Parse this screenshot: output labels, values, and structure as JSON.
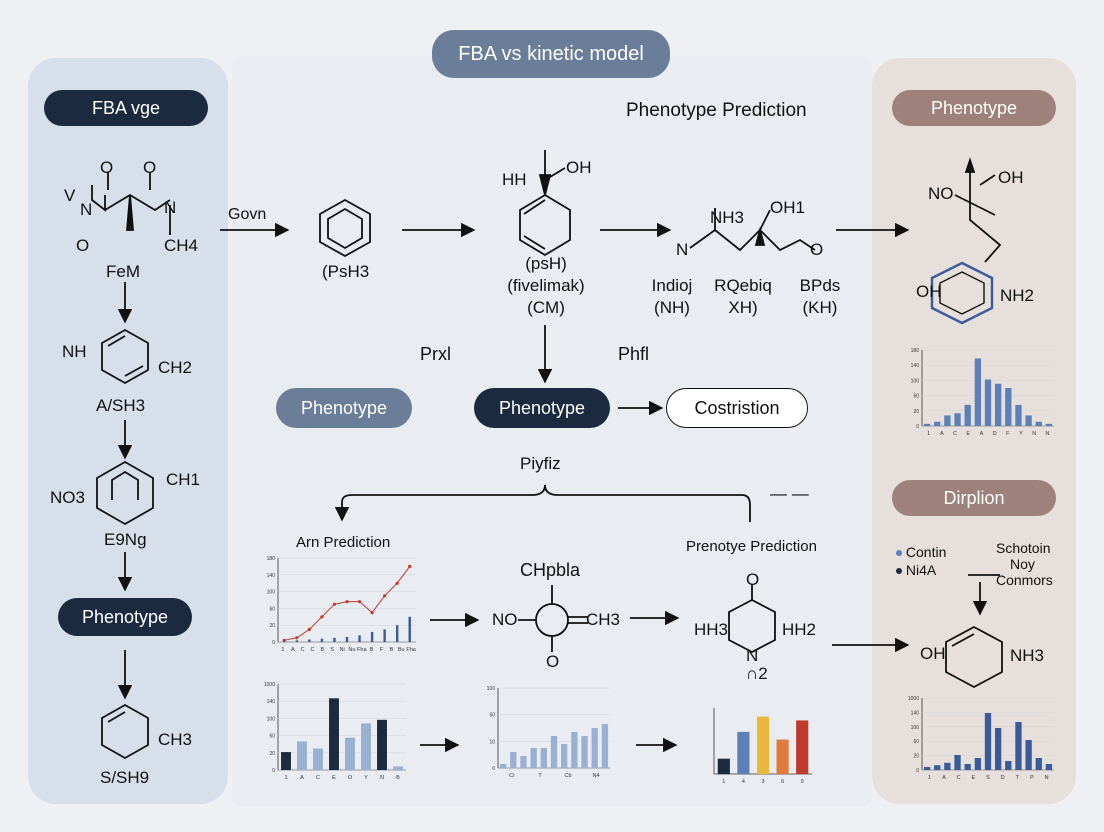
{
  "title": "FBA vs kinetic model",
  "left": {
    "header": "FBA vge",
    "mol1": {
      "atoms": [
        "V",
        "O",
        "O",
        "O",
        "N",
        "N"
      ],
      "sub": "CH4",
      "label": "FeM"
    },
    "mol2": {
      "left": "NH",
      "right": "CH2",
      "label": "A/SH3"
    },
    "mol3": {
      "left": "NO3",
      "right": "CH1",
      "label": "E9Ng"
    },
    "phenotype": "Phenotype",
    "mol4": {
      "right": "CH3",
      "label": "S/SH9"
    }
  },
  "center": {
    "heading": "Phenotype Prediction",
    "govn": "Govn",
    "benzene_label": "(PsH3",
    "mol_a": {
      "hh": "HH",
      "oh": "OH",
      "lines": [
        "(psH)",
        "(fivelimak)",
        "(CM)"
      ]
    },
    "mol_b": {
      "nh": "NH3",
      "oh": "OH1",
      "n": "N",
      "o": "O",
      "cols": [
        [
          "Indioj",
          "(NH)"
        ],
        [
          "RQebiq",
          "XH)"
        ],
        [
          "BPds",
          "(KH)"
        ]
      ]
    },
    "prxl": "Prxl",
    "phfl": "Phfl",
    "pill_slate": "Phenotype",
    "pill_dark": "Phenotype",
    "pill_outline": "Costristion",
    "piyfiz": "Piyfiz",
    "dash": "— —",
    "arn_title": "Arn Prediction",
    "prenotype_title": "Prenotye Prediction",
    "chpbla": "CHpbla",
    "mol_c": {
      "left": "NO",
      "right": "CH3",
      "bottom": "O"
    },
    "mol_d": {
      "left": "HH3",
      "right": "HH2",
      "top": "O",
      "bottom": "N",
      "sub": "∩2"
    }
  },
  "right": {
    "header": "Phenotype",
    "mol1": {
      "no": "NO",
      "oh": "OH",
      "oh2": "OH",
      "nh": "NH2"
    },
    "header2": "Dirplion",
    "legend": [
      {
        "label": "Contin"
      },
      {
        "label": "Ni4A"
      }
    ],
    "legend_side": [
      "Schotoin",
      "Noy",
      "Conmors"
    ],
    "mol2": {
      "left": "OH",
      "right": "NH3"
    }
  },
  "chart_data": [
    {
      "id": "right-top",
      "type": "bar",
      "categories": [
        "1",
        "A",
        "C",
        "E",
        "A",
        "D",
        "F",
        "Y",
        "N",
        "N"
      ],
      "values": [
        5,
        10,
        25,
        30,
        50,
        160,
        110,
        100,
        90,
        50,
        25,
        10,
        5
      ],
      "ylim": [
        0,
        180
      ],
      "yticks": [
        "0",
        "20",
        "60",
        "100",
        "140",
        "180"
      ],
      "colors": [
        "#5b7fb8"
      ]
    },
    {
      "id": "center-line",
      "type": "line",
      "xlabel": "",
      "ylabel": "",
      "categories": [
        "1",
        "A",
        "C",
        "C",
        "B",
        "S",
        "Ni",
        "Nu",
        "Fha",
        "B",
        "F",
        "B",
        "Bu",
        "Fha"
      ],
      "series": [
        {
          "values": [
            2,
            5,
            15,
            30,
            45,
            48,
            48,
            35,
            55,
            70,
            90
          ]
        },
        {
          "values": [
            1,
            2,
            3,
            4,
            5,
            6,
            8,
            12,
            15,
            20,
            30
          ]
        }
      ],
      "yticks": [
        "0",
        "20",
        "60",
        "100",
        "140",
        "180"
      ],
      "colors": [
        "#c0392b",
        "#3a5a9a"
      ]
    },
    {
      "id": "bottom-left",
      "type": "bar",
      "categories": [
        "1",
        "A",
        "C",
        "E",
        "O",
        "Y",
        "N",
        "B"
      ],
      "values": [
        25,
        40,
        30,
        100,
        45,
        65,
        70,
        5
      ],
      "ylim": [
        0,
        120
      ],
      "yticks": [
        "0",
        "20",
        "60",
        "100",
        "140",
        "1000"
      ],
      "colors": [
        "#1c2a40",
        "#9ab0d2",
        "#9ab0d2",
        "#1c2a40",
        "#9ab0d2",
        "#9ab0d2",
        "#1c2a40",
        "#9ab0d2"
      ]
    },
    {
      "id": "bottom-mid",
      "type": "bar",
      "categories": [
        "Cr",
        "T",
        "Cb",
        "N4"
      ],
      "values": [
        5,
        20,
        15,
        25,
        25,
        40,
        30,
        45,
        40,
        50,
        55
      ],
      "ylim": [
        0,
        100
      ],
      "yticks": [
        "0",
        "10",
        "50",
        "100"
      ],
      "colors": [
        "#9ab0d2"
      ]
    },
    {
      "id": "bottom-color",
      "type": "bar",
      "categories": [
        "1",
        "4",
        "3",
        "6",
        "0"
      ],
      "values": [
        20,
        55,
        75,
        45,
        70
      ],
      "colors": [
        "#1c2a40",
        "#5b7fb8",
        "#e8b83a",
        "#e07a3a",
        "#c0392b"
      ]
    },
    {
      "id": "right-bottom",
      "type": "bar",
      "categories": [
        "1",
        "A",
        "C",
        "E",
        "S",
        "D",
        "T",
        "P",
        "N"
      ],
      "values": [
        5,
        8,
        12,
        25,
        10,
        20,
        95,
        70,
        15,
        80,
        50,
        20,
        10
      ],
      "ylim": [
        0,
        120
      ],
      "yticks": [
        "0",
        "20",
        "60",
        "100",
        "140",
        "1000"
      ],
      "colors": [
        "#3a5a9a"
      ]
    }
  ]
}
